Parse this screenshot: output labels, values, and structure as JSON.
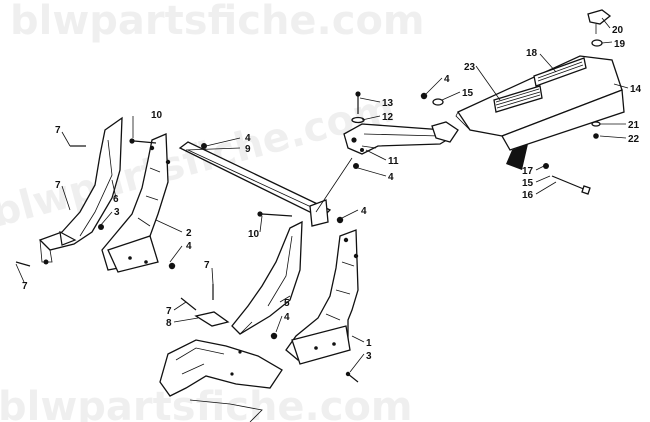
{
  "watermark": {
    "top": "blwpartsfiche.com",
    "middle": "blwpartsfiche.com",
    "bottom": "blwpartsfiche.com"
  },
  "callouts": [
    "7",
    "10",
    "4",
    "9",
    "7",
    "6",
    "3",
    "2",
    "4",
    "7",
    "7",
    "7",
    "8",
    "5",
    "4",
    "1",
    "3",
    "10",
    "4",
    "13",
    "12",
    "11",
    "4",
    "4",
    "15",
    "23",
    "18",
    "14",
    "20",
    "19",
    "21",
    "22",
    "17",
    "15",
    "16"
  ],
  "colors": {
    "line": "#111111",
    "background": "#ffffff"
  }
}
